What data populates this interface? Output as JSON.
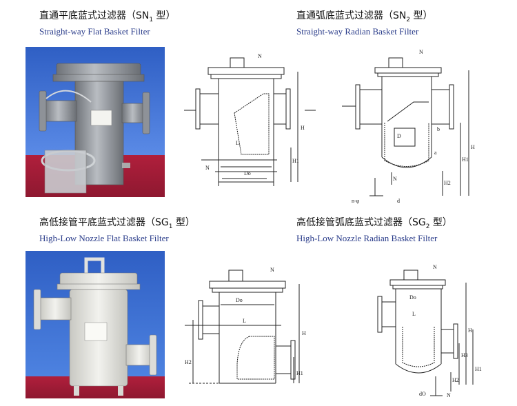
{
  "panels": [
    {
      "zh_prefix": "直通平底蓝式过滤器（SN",
      "zh_sub": "1",
      "zh_suffix": " 型）",
      "en": "Straight-way Flat Basket Filter"
    },
    {
      "zh_prefix": "直通弧底蓝式过滤器（SN",
      "zh_sub": "2",
      "zh_suffix": " 型）",
      "en": "Straight-way Radian Basket Filter"
    },
    {
      "zh_prefix": "高低接管平底蓝式过滤器（SG",
      "zh_sub": "1",
      "zh_suffix": " 型）",
      "en": "High-Low Nozzle Flat Basket Filter"
    },
    {
      "zh_prefix": "高低接管弧底蓝式过滤器（SG",
      "zh_sub": "2",
      "zh_suffix": " 型）",
      "en": "High-Low Nozzle Radian Basket Filter"
    }
  ],
  "dimension_labels": {
    "sn1": [
      "N",
      "N",
      "L",
      "H",
      "H1",
      "Do"
    ],
    "sn2": [
      "N",
      "D",
      "b",
      "a",
      "H",
      "H1",
      "H2",
      "N",
      "n-φ",
      "d"
    ],
    "sg1": [
      "N",
      "Do",
      "L",
      "H",
      "H2",
      "H1"
    ],
    "sg2": [
      "N",
      "Do",
      "L",
      "H",
      "H3",
      "H1",
      "H2",
      "dO",
      "N"
    ]
  },
  "colors": {
    "caption_en": "#2a3c8a",
    "photo_bg_top": "#3a6fd4",
    "photo_floor": "#b01f3c",
    "filter_body": "#8f9398",
    "filter_body_white": "#e6e6e2"
  }
}
